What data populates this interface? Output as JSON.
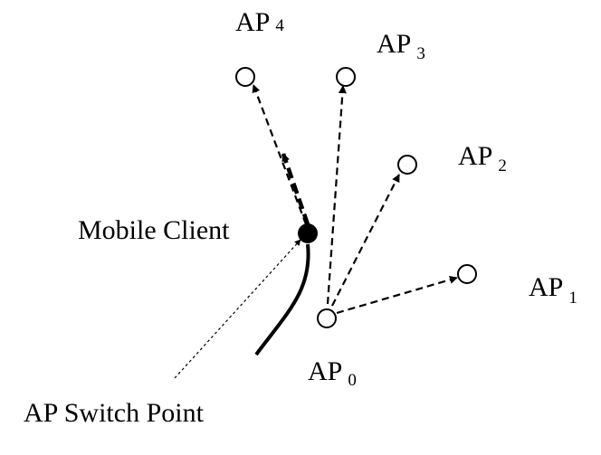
{
  "access_points": [
    {
      "id": "ap0",
      "label": "AP",
      "subscript": "0"
    },
    {
      "id": "ap1",
      "label": "AP",
      "subscript": "1"
    },
    {
      "id": "ap2",
      "label": "AP",
      "subscript": "2"
    },
    {
      "id": "ap3",
      "label": "AP",
      "subscript": "3"
    },
    {
      "id": "ap4",
      "label": "AP",
      "subscript": "4"
    }
  ],
  "client": {
    "label": "Mobile Client"
  },
  "switch_point": {
    "label": "AP Switch Point"
  }
}
